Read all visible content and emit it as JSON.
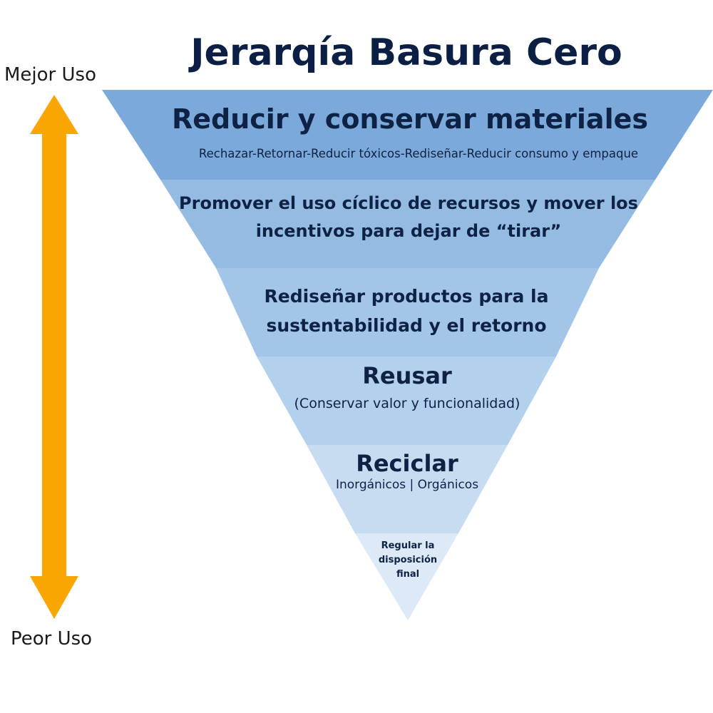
{
  "title": "Jerarqía Basura Cero",
  "axis": {
    "top_label": "Mejor Uso",
    "bottom_label": "Peor Uso",
    "arrow_color": "#f9a602"
  },
  "levels": [
    {
      "main": "Reducir y conservar materiales",
      "sub": "Rechazar-Retornar-Reducir tóxicos-Rediseñar-Reducir consumo y empaque",
      "color": "#7aa9da"
    },
    {
      "main_lines": [
        "Promover el uso cíclico de recursos y mover los",
        "incentivos para dejar de “tirar”"
      ],
      "color": "#94bce3"
    },
    {
      "main_lines": [
        "Rediseñar productos para la",
        "sustentabilidad y el retorno"
      ],
      "color": "#a3c5e8"
    },
    {
      "main": "Reusar",
      "sub": "(Conservar valor y funcionalidad)",
      "color": "#b3d0ec"
    },
    {
      "main": "Reciclar",
      "sub": "Inorgánicos | Orgánicos",
      "color": "#c7dcf1"
    },
    {
      "main_lines": [
        "Regular la",
        "disposición",
        "final"
      ],
      "color": "#dde9f6"
    }
  ]
}
